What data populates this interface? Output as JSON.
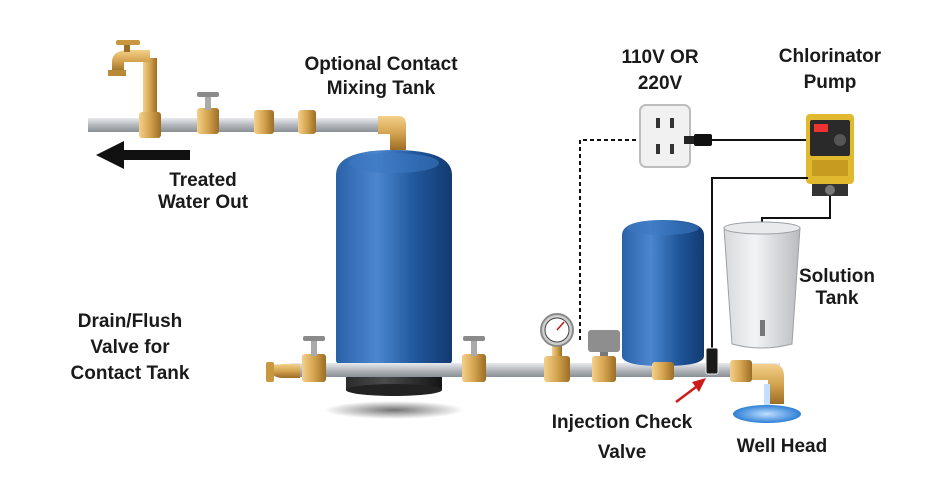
{
  "labels": {
    "contact_tank": [
      "Optional Contact",
      "Mixing Tank"
    ],
    "power": [
      "110V OR",
      "220V"
    ],
    "pump": [
      "Chlorinator",
      "Pump"
    ],
    "treated": [
      "Treated",
      "Water Out"
    ],
    "solution": [
      "Solution",
      "Tank"
    ],
    "drain": [
      "Drain/Flush",
      "Valve for",
      "Contact Tank"
    ],
    "injection": [
      "Injection Check",
      "Valve"
    ],
    "wellhead": "Well Head"
  },
  "colors": {
    "tank_blue": "#1f5fa8",
    "pipe_gray": "#b9bcc0",
    "brass": "#d4a450",
    "arrow": "#111111",
    "injection_arrow": "#cc1b1b",
    "water": "#3d8fe0"
  }
}
